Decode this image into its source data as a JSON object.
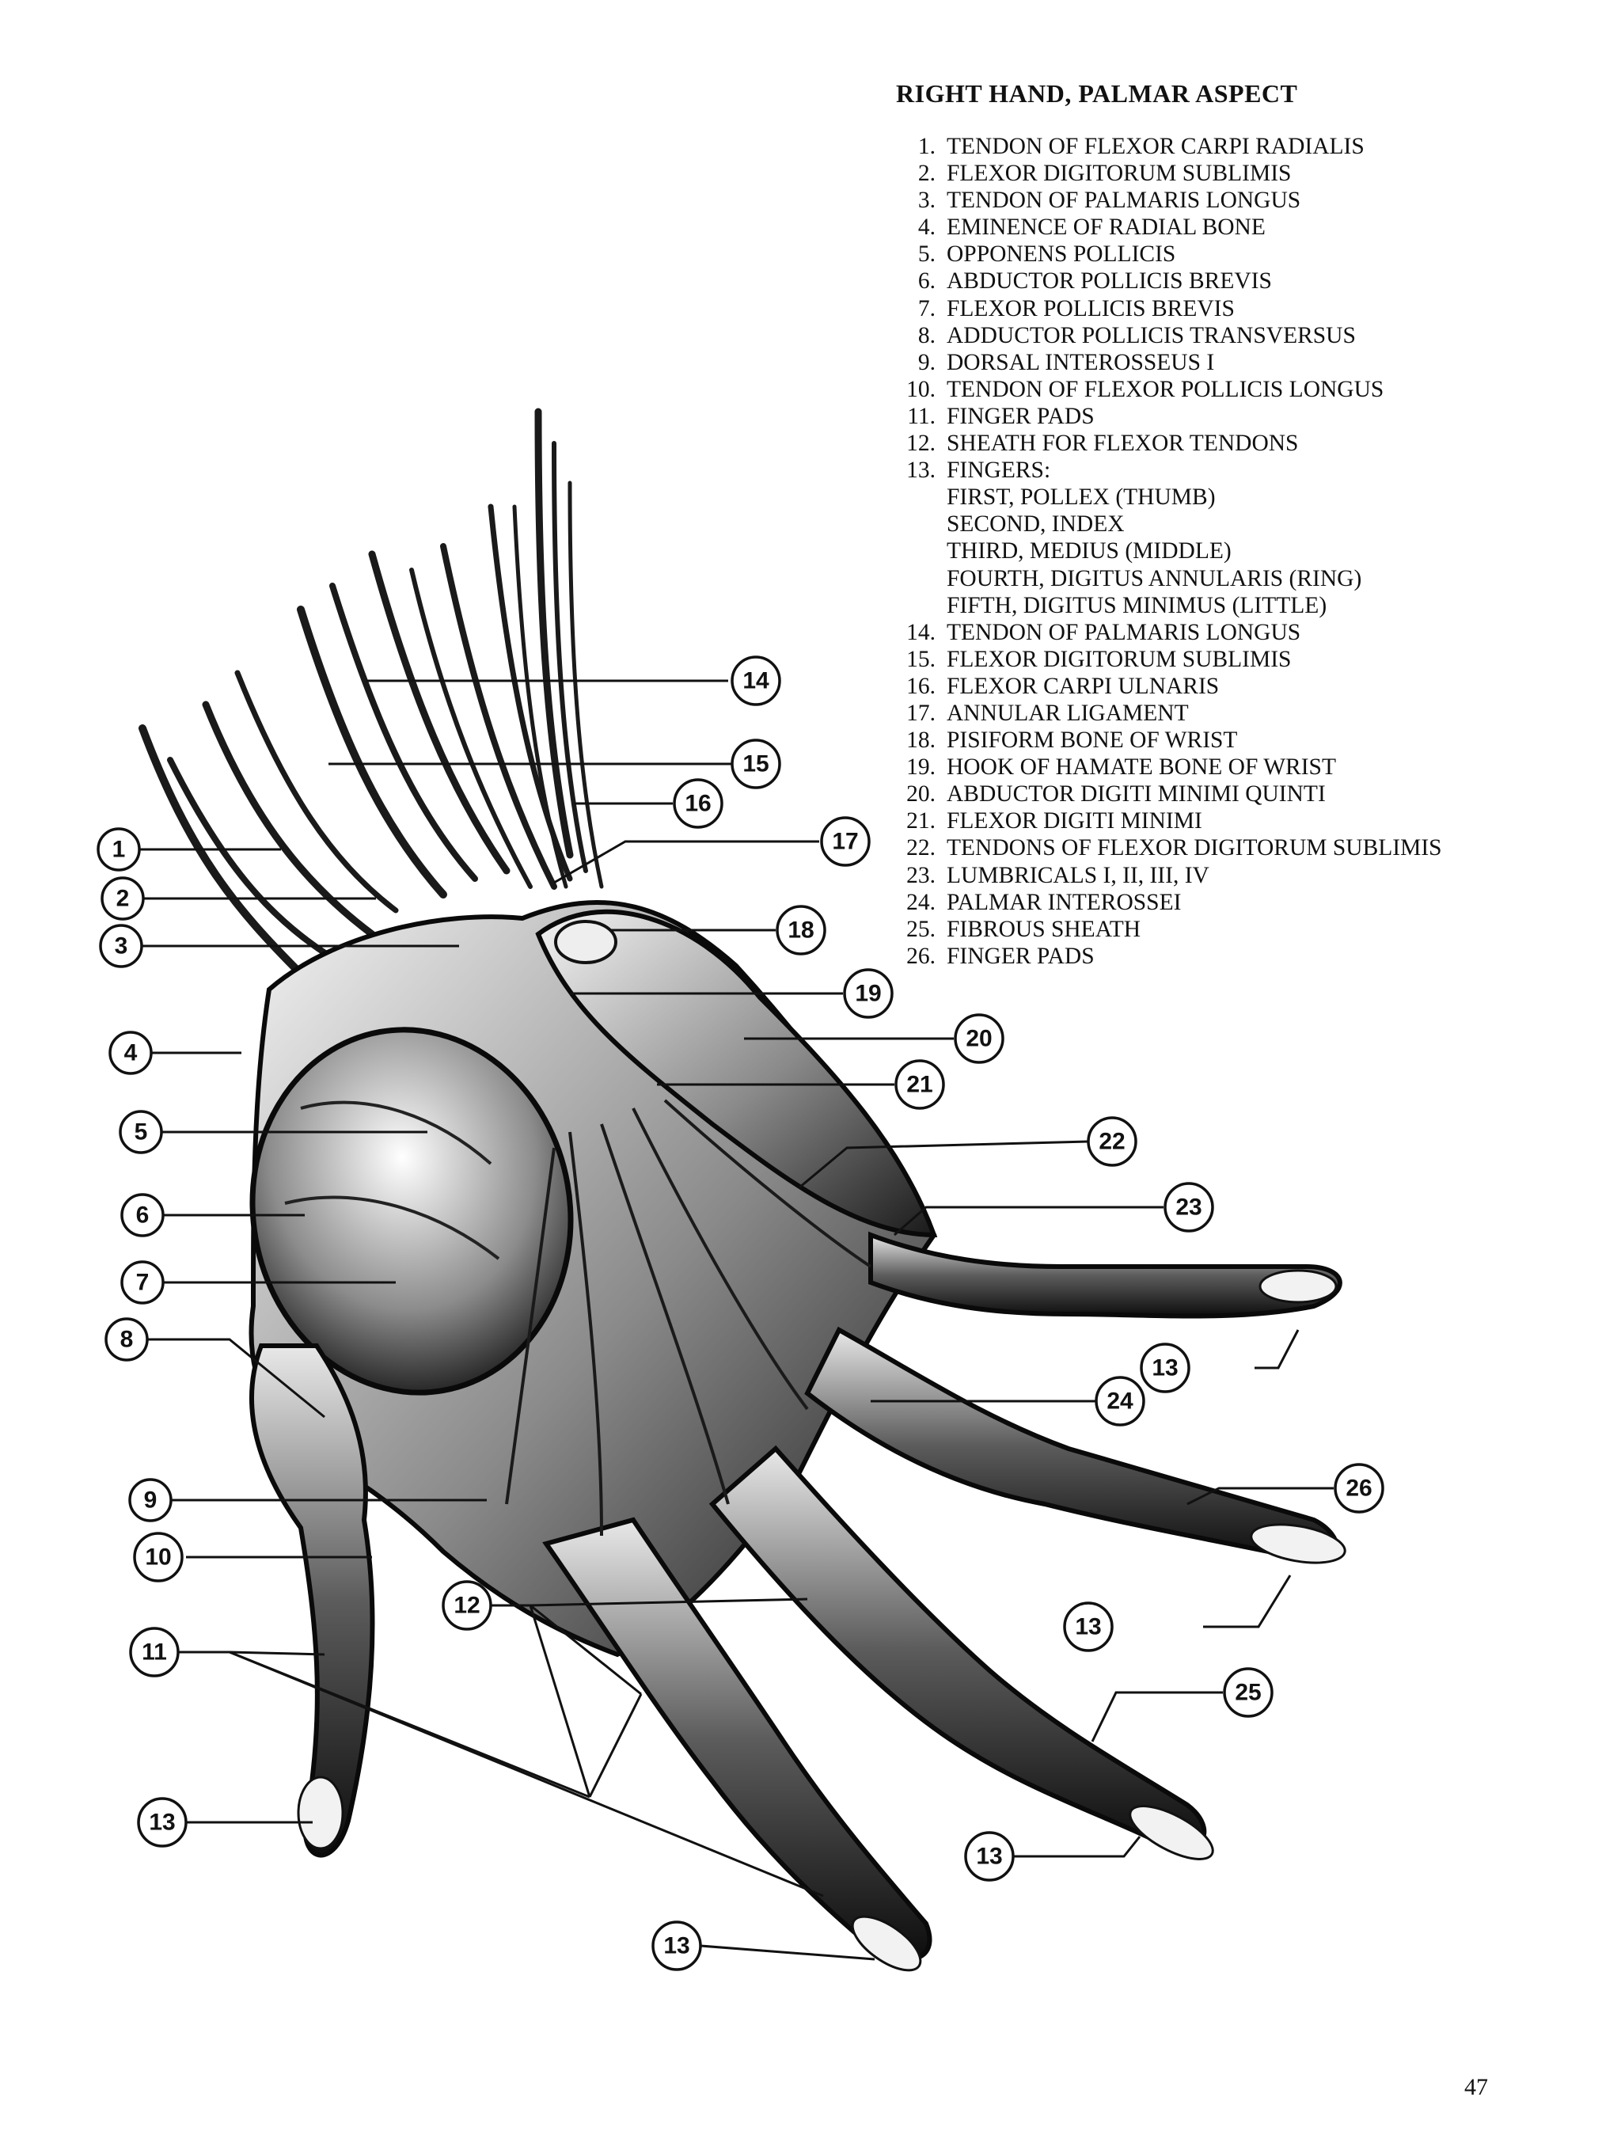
{
  "title": "RIGHT HAND, PALMAR ASPECT",
  "legend": [
    {
      "n": "1.",
      "label": "TENDON OF FLEXOR CARPI RADIALIS"
    },
    {
      "n": "2.",
      "label": "FLEXOR DIGITORUM SUBLIMIS"
    },
    {
      "n": "3.",
      "label": "TENDON OF PALMARIS LONGUS"
    },
    {
      "n": "4.",
      "label": "EMINENCE OF RADIAL BONE"
    },
    {
      "n": "5.",
      "label": "OPPONENS POLLICIS"
    },
    {
      "n": "6.",
      "label": "ABDUCTOR POLLICIS BREVIS"
    },
    {
      "n": "7.",
      "label": "FLEXOR POLLICIS BREVIS"
    },
    {
      "n": "8.",
      "label": "ADDUCTOR POLLICIS TRANSVERSUS"
    },
    {
      "n": "9.",
      "label": "DORSAL INTEROSSEUS I"
    },
    {
      "n": "10.",
      "label": "TENDON OF FLEXOR POLLICIS LONGUS"
    },
    {
      "n": "11.",
      "label": "FINGER PADS"
    },
    {
      "n": "12.",
      "label": "SHEATH FOR FLEXOR TENDONS"
    },
    {
      "n": "13.",
      "label": "FINGERS:"
    },
    {
      "n": "14.",
      "label": "TENDON OF PALMARIS LONGUS"
    },
    {
      "n": "15.",
      "label": "FLEXOR DIGITORUM SUBLIMIS"
    },
    {
      "n": "16.",
      "label": "FLEXOR CARPI ULNARIS"
    },
    {
      "n": "17.",
      "label": "ANNULAR LIGAMENT"
    },
    {
      "n": "18.",
      "label": "PISIFORM BONE OF WRIST"
    },
    {
      "n": "19.",
      "label": "HOOK OF HAMATE BONE OF WRIST"
    },
    {
      "n": "20.",
      "label": "ABDUCTOR DIGITI MINIMI QUINTI"
    },
    {
      "n": "21.",
      "label": "FLEXOR DIGITI MINIMI"
    },
    {
      "n": "22.",
      "label": "TENDONS OF FLEXOR DIGITORUM SUBLIMIS"
    },
    {
      "n": "23.",
      "label": "LUMBRICALS I, II, III, IV"
    },
    {
      "n": "24.",
      "label": "PALMAR INTEROSSEI"
    },
    {
      "n": "25.",
      "label": "FIBROUS SHEATH"
    },
    {
      "n": "26.",
      "label": "FINGER PADS"
    }
  ],
  "fingers": [
    "FIRST, POLLEX (THUMB)",
    "SECOND, INDEX",
    "THIRD, MEDIUS (MIDDLE)",
    "FOURTH, DIGITUS ANNULARIS (RING)",
    "FIFTH, DIGITUS MINIMUS (LITTLE)"
  ],
  "callouts": {
    "c1": "1",
    "c2": "2",
    "c3": "3",
    "c4": "4",
    "c5": "5",
    "c6": "6",
    "c7": "7",
    "c8": "8",
    "c9": "9",
    "c10": "10",
    "c11": "11",
    "c12": "12",
    "c13": "13",
    "c14": "14",
    "c15": "15",
    "c16": "16",
    "c17": "17",
    "c18": "18",
    "c19": "19",
    "c20": "20",
    "c21": "21",
    "c22": "22",
    "c23": "23",
    "c24": "24",
    "c25": "25",
    "c26": "26"
  },
  "page_number": "47"
}
